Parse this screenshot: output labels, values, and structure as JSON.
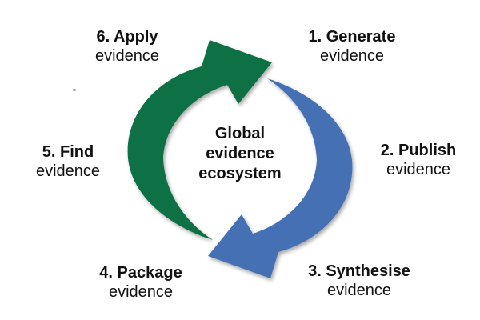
{
  "diagram": {
    "type": "cycle",
    "direction": "clockwise",
    "center_label": {
      "line1": "Global",
      "line2": "evidence",
      "line3": "ecosystem"
    },
    "steps": [
      {
        "title": "1. Generate",
        "subtitle": "evidence"
      },
      {
        "title": "2. Publish",
        "subtitle": "evidence"
      },
      {
        "title": "3. Synthesise",
        "subtitle": "evidence"
      },
      {
        "title": "4. Package",
        "subtitle": "evidence"
      },
      {
        "title": "5. Find",
        "subtitle": "evidence"
      },
      {
        "title": "6. Apply",
        "subtitle": "evidence"
      }
    ],
    "arrows": [
      {
        "name": "green-cycle-arrow",
        "color_key": "green"
      },
      {
        "name": "blue-cycle-arrow",
        "color_key": "blue"
      }
    ]
  },
  "colors": {
    "green": "#0B7144",
    "blue": "#4470B4",
    "text": "#111111",
    "background": "#FFFFFF"
  }
}
